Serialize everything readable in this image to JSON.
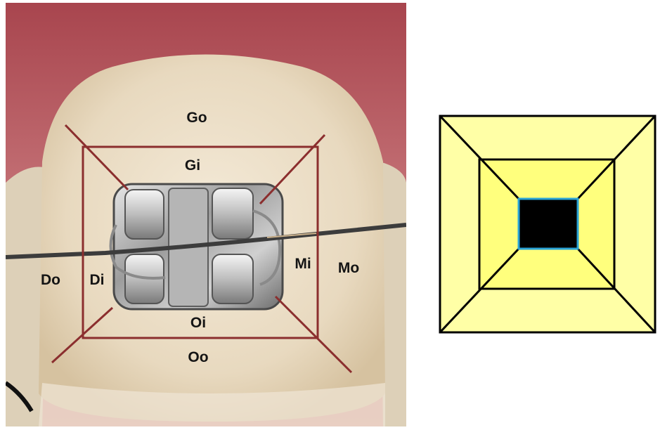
{
  "photo": {
    "region_labels": {
      "gingival_outer": "Go",
      "gingival_inner": "Gi",
      "distal_outer": "Do",
      "distal_inner": "Di",
      "mesial_inner": "Mi",
      "mesial_outer": "Mo",
      "occlusal_inner": "Oi",
      "occlusal_outer": "Oo"
    },
    "colors": {
      "overlay_lines": "#8b2e2e",
      "gum": "#c4757a",
      "tooth": "#e9dcc4",
      "bracket_metal": "#9a9a9a",
      "archwire": "#3c3c3c"
    }
  },
  "schematic": {
    "colors": {
      "outer_region": "#ffffa6",
      "inner_region": "#ffff7d",
      "bracket": "#000000",
      "bracket_border": "#2aa3d6",
      "lines": "#000000"
    }
  }
}
